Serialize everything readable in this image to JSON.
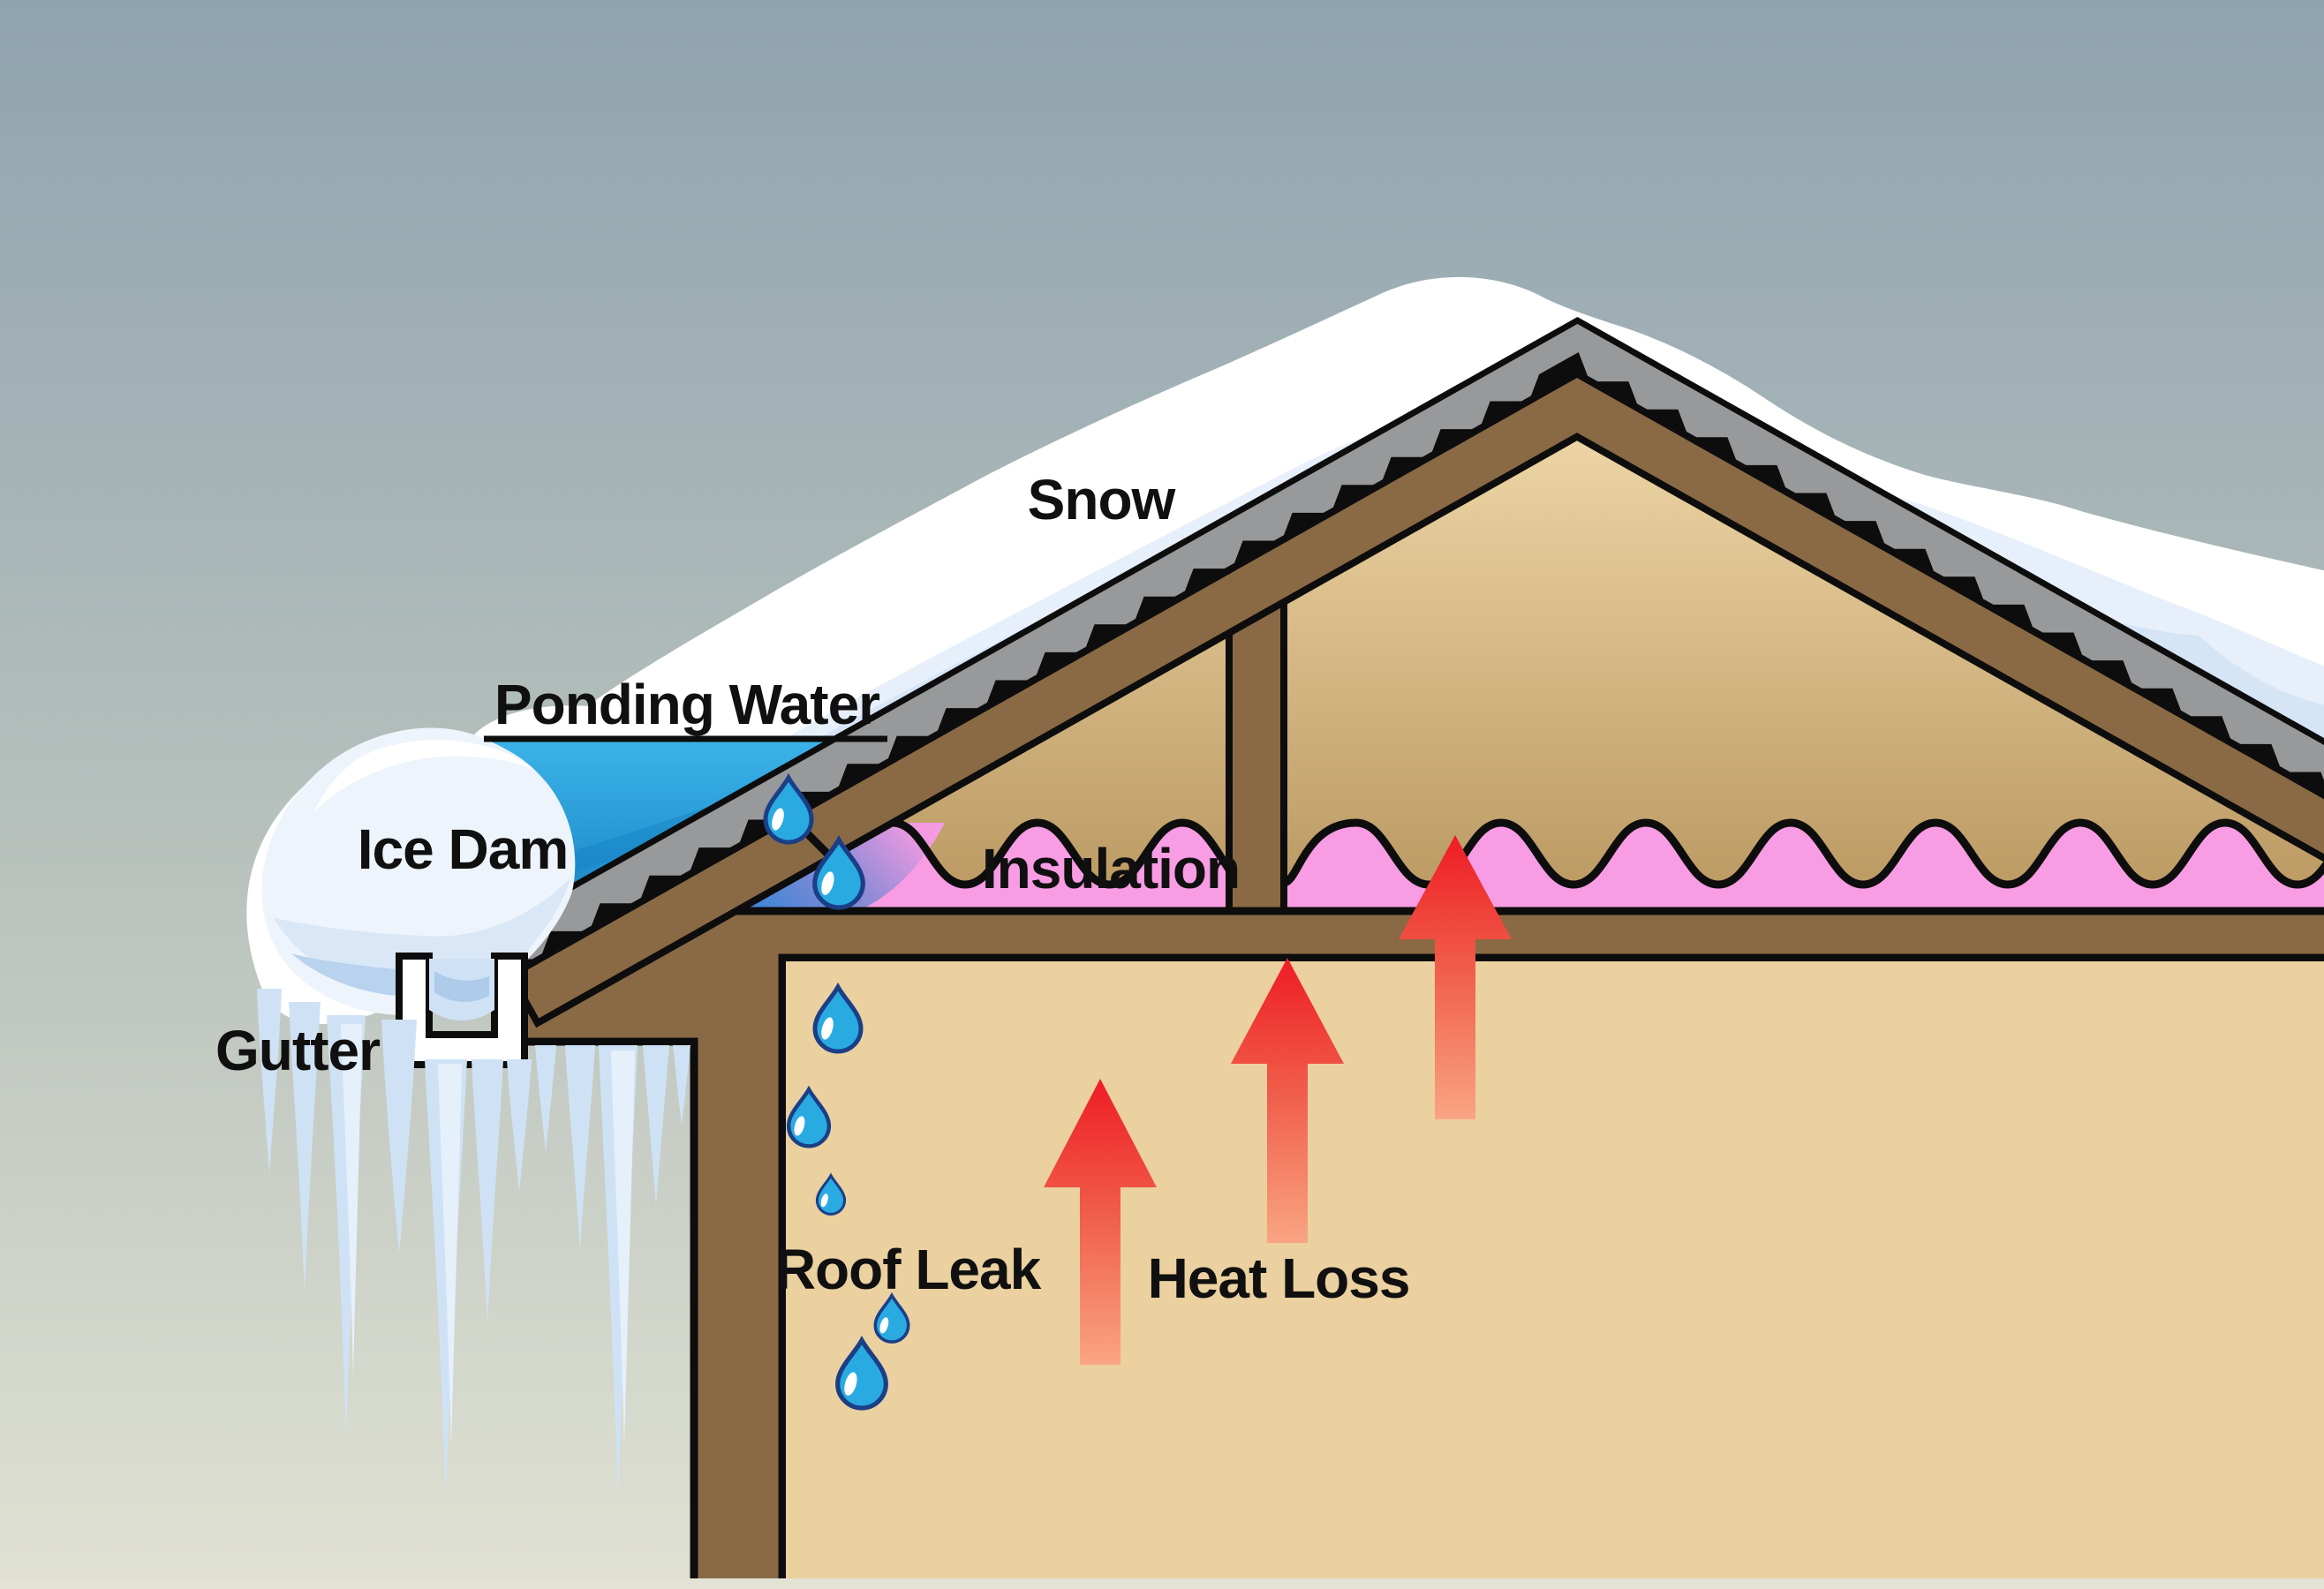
{
  "labels": {
    "snow": "Snow",
    "ponding_water": "Ponding Water",
    "ice_dam": "Ice Dam",
    "gutter": "Gutter",
    "roof_leak": "Roof Leak",
    "heat_loss": "Heat Loss",
    "insulation": "Insulation"
  },
  "figures": {
    "heat_arrow_count": 3,
    "water_droplet_count": 7,
    "icons": [
      "water-droplet-icon",
      "heat-arrow-icon",
      "icicle-icon",
      "snow-drift-icon"
    ]
  },
  "colors": {
    "background_top": "#8fa3af",
    "background_bottom": "#e0e1d3",
    "snow_white": "#ffffff",
    "snow_tint_light": "#e7f0fa",
    "snow_tint_deep": "#d5e5f6",
    "ice_blue": "#cfe2f5",
    "ice_shadow": "#b9d2ee",
    "shingle_gray": "#98999b",
    "outline_black": "#0d0d0d",
    "wood_brown": "#8a6a45",
    "attic_light": "#eed6a6",
    "attic_dark": "#b8965f",
    "wall_tan": "#ebd0a0",
    "insulation_pink": "#f89ce4",
    "soaked_blue": "#4486d6",
    "water_top": "#3cb4e8",
    "water_deep": "#0f76bd",
    "droplet_fill": "#29abe2",
    "droplet_outline": "#1b3f86",
    "heat_red": "#ee1c25",
    "heat_salmon": "#f9a583",
    "gutter_white": "#ffffff"
  }
}
